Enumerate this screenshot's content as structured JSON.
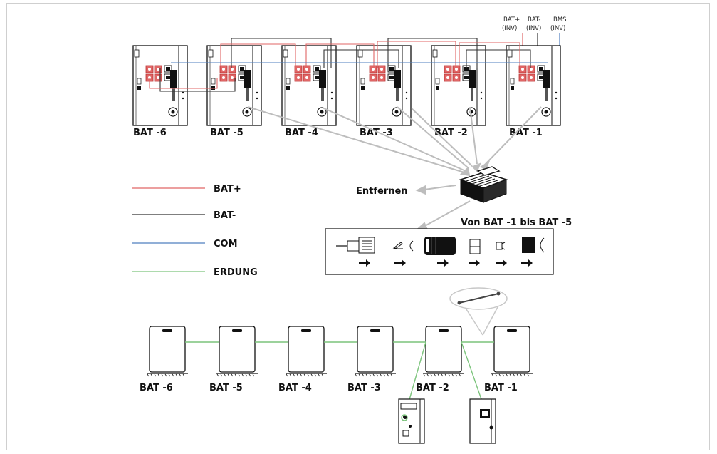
{
  "inverter_labels": [
    {
      "top": "BAT+",
      "bottom": "(INV)"
    },
    {
      "top": "BAT-",
      "bottom": "(INV)"
    },
    {
      "top": "BMS",
      "bottom": "(INV)"
    }
  ],
  "top_batteries": [
    "BAT -6",
    "BAT -5",
    "BAT -4",
    "BAT -3",
    "BAT -2",
    "BAT -1"
  ],
  "legend": [
    {
      "label": "BAT+",
      "color": "#e06666"
    },
    {
      "label": "BAT-",
      "color": "#333333"
    },
    {
      "label": "COM",
      "color": "#4f7fbf"
    },
    {
      "label": "ERDUNG",
      "color": "#7cc47c"
    }
  ],
  "remove_label": "Entfernen",
  "range_label": "Von BAT -1 bis BAT -5",
  "bottom_batteries": [
    "BAT -6",
    "BAT -5",
    "BAT -4",
    "BAT -3",
    "BAT -2",
    "BAT -1"
  ],
  "colors": {
    "pos": "#e06666",
    "neg": "#333333",
    "com": "#4f7fbf",
    "ground": "#7cc47c",
    "arrow": "#bdbdbd"
  }
}
